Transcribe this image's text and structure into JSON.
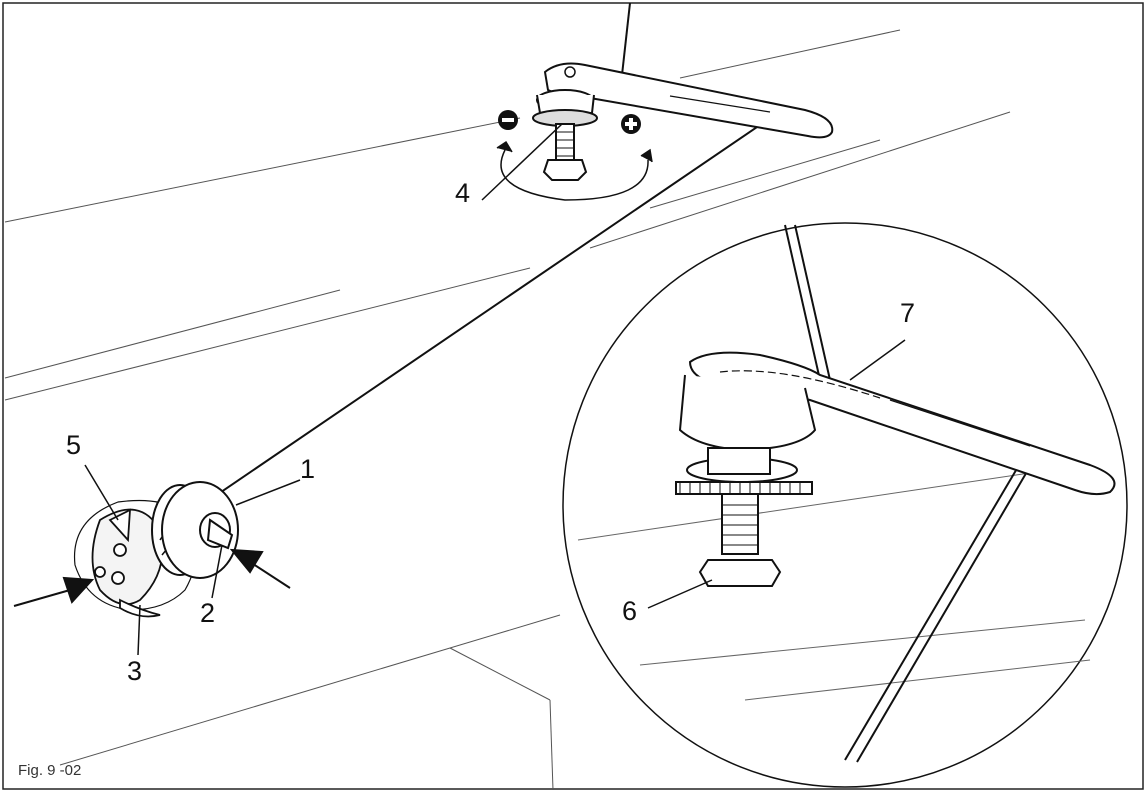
{
  "figure": {
    "caption": "Fig. 9 -02",
    "labels": {
      "bobbin": "1",
      "bobbin_spindle": "2",
      "hook": "3",
      "adjust_nut": "4",
      "latch": "5",
      "lock_nut": "6",
      "thread_guide": "7"
    },
    "signs": {
      "minus": "−",
      "plus": "+"
    }
  }
}
